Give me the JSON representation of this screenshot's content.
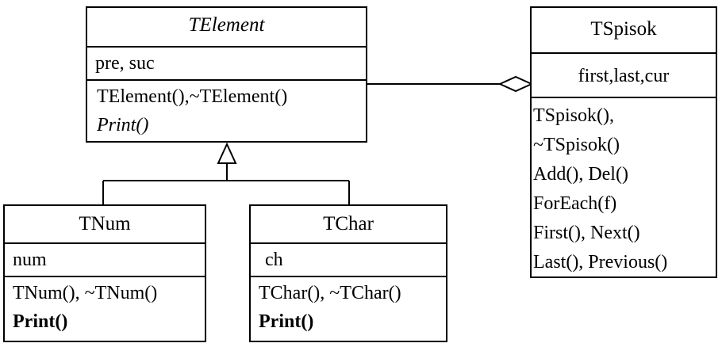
{
  "classes": {
    "telement": {
      "name": "TElement",
      "attributes": "pre, suc",
      "operations": [
        "TElement(),~TElement()",
        "Print()"
      ]
    },
    "tspisok": {
      "name": "TSpisok",
      "attributes": "first,last,cur",
      "operations": [
        "TSpisok(),",
        "~TSpisok()",
        "Add(),  Del()",
        "ForEach(f)",
        "First(),  Next()",
        "Last(), Previous()"
      ]
    },
    "tnum": {
      "name": "TNum",
      "attributes": "num",
      "operations": [
        "TNum(),  ~TNum()",
        "Print()"
      ]
    },
    "tchar": {
      "name": "TChar",
      "attributes": "ch",
      "operations": [
        "TChar(),  ~TChar()",
        "Print()"
      ]
    }
  },
  "relationships": [
    {
      "type": "generalization",
      "from": "TNum",
      "to": "TElement"
    },
    {
      "type": "generalization",
      "from": "TChar",
      "to": "TElement"
    },
    {
      "type": "aggregation",
      "from": "TElement",
      "to": "TSpisok"
    }
  ]
}
